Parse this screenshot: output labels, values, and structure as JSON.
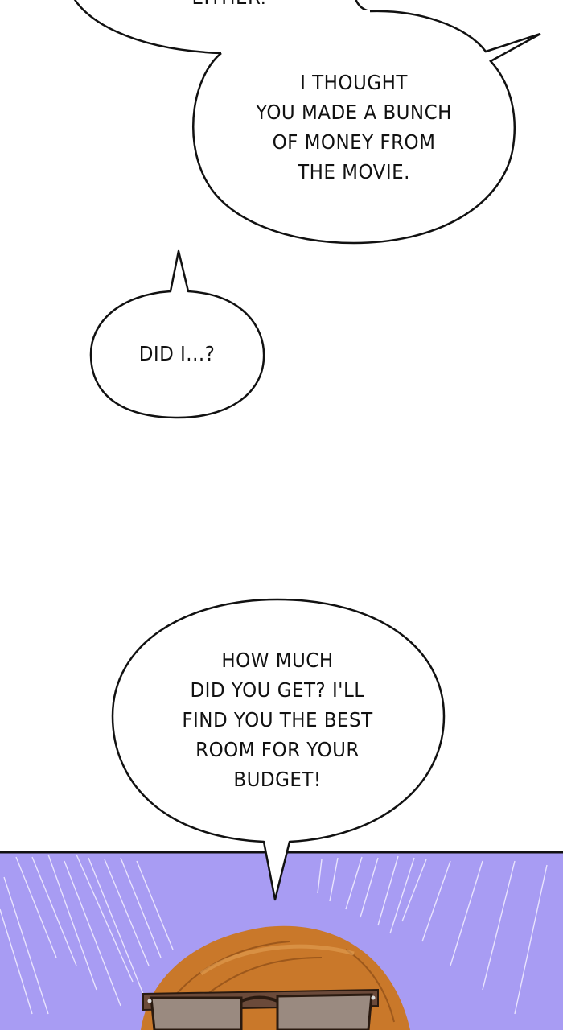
{
  "panel_top": {
    "bubbles": [
      {
        "lines": [
          "EITHER."
        ]
      },
      {
        "lines": [
          "I THOUGHT",
          "YOU MADE A BUNCH",
          "OF MONEY FROM",
          "THE MOVIE."
        ]
      },
      {
        "lines": [
          "DID I...?"
        ]
      },
      {
        "lines": [
          "HOW MUCH",
          "DID YOU GET? I'LL",
          "FIND YOU THE BEST",
          "ROOM FOR YOUR",
          "BUDGET!"
        ]
      }
    ]
  },
  "panel_bottom": {
    "background_color": "#a89cf3",
    "hair_color": "#c9782a",
    "sunglasses_color": "#6b4a3a"
  },
  "colors": {
    "page": "#ffffff",
    "bubble_fill": "#ffffff",
    "bubble_stroke": "#111111",
    "text": "#111111"
  }
}
